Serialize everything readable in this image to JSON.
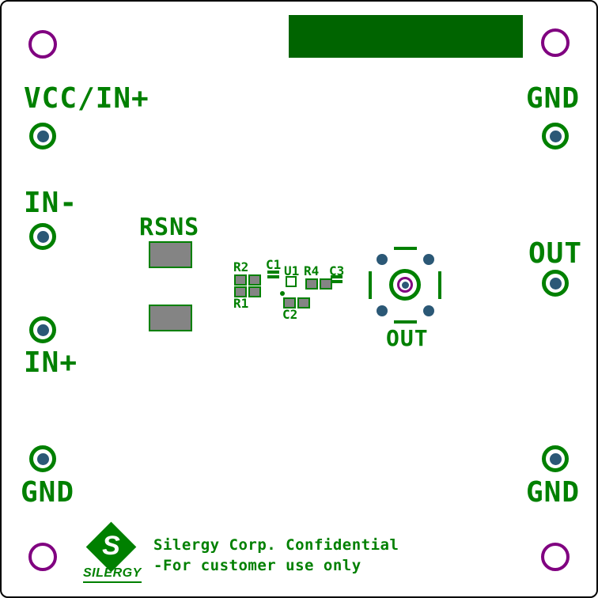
{
  "labels": {
    "vcc": "VCC/IN+",
    "gnd_top_right": "GND",
    "in_minus": "IN-",
    "out_right": "OUT",
    "in_plus": "IN+",
    "gnd_bottom_left": "GND",
    "gnd_bottom_right": "GND",
    "rsns": "RSNS",
    "out_center": "OUT"
  },
  "refdes": {
    "r2": "R2",
    "r1": "R1",
    "c1": "C1",
    "u1": "U1",
    "r4": "R4",
    "c3": "C3",
    "c2": "C2"
  },
  "footer": {
    "confidential_line1": "Silergy Corp. Confidential",
    "confidential_line2": "-For customer use only",
    "logo_letter": "S",
    "logo_text": "SILERGY"
  },
  "colors": {
    "silkscreen_green": "#008000",
    "connector_dark_green": "#006400",
    "mounting_hole_purple": "#800080",
    "drill_blue": "#2b5876",
    "pad_gray": "#848484"
  }
}
